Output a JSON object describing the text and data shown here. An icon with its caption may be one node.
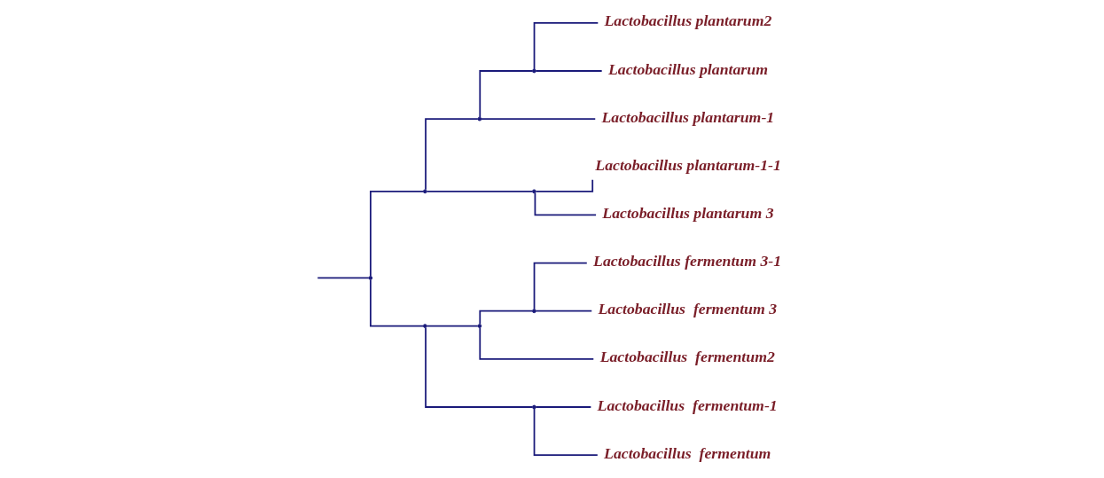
{
  "diagram": {
    "nodes": [
      {
        "text": [],
        "shape": "point"
      },
      {
        "text": [],
        "shape": "point"
      },
      {
        "text": [],
        "shape": "point"
      },
      {
        "text": [],
        "shape": "point"
      },
      {
        "text": [],
        "shape": "point"
      },
      {
        "text": [],
        "shape": "point"
      },
      {
        "text": [],
        "shape": "point"
      },
      {
        "text": [],
        "shape": "point"
      },
      {
        "text": [],
        "shape": "point"
      },
      {
        "text": [
          "Lactobacillus plantarum2"
        ]
      },
      {
        "text": [
          "Lactobacillus plantarum"
        ]
      },
      {
        "text": [
          "Lactobacillus plantarum-1"
        ]
      },
      {
        "text": [
          "Lactobacillus plantarum-1-1"
        ]
      },
      {
        "text": [
          "Lactobacillus plantarum 3"
        ]
      },
      {
        "text": [
          "Lactobacillus fermentum 3-1"
        ]
      },
      {
        "text": [
          "Lactobacillus  fermentum 3"
        ]
      },
      {
        "text": [
          "Lactobacillus  fermentum2"
        ]
      },
      {
        "text": [
          "Lactobacillus  fermentum-1"
        ]
      },
      {
        "text": [
          "Lactobacillus  fermentum"
        ]
      }
    ],
    "edges": [
      {
        "from": null,
        "to": 0,
        "arrow": "none"
      },
      {
        "from": 0,
        "to": 1,
        "arrow": "none"
      },
      {
        "from": 0,
        "to": 2,
        "arrow": "none"
      },
      {
        "from": 1,
        "to": 3,
        "arrow": "none"
      },
      {
        "from": 1,
        "to": 4,
        "arrow": "none"
      },
      {
        "from": 3,
        "to": 7,
        "arrow": "none"
      },
      {
        "from": 3,
        "to": 11,
        "arrow": "none"
      },
      {
        "from": 7,
        "to": 9,
        "arrow": "none"
      },
      {
        "from": 7,
        "to": 10,
        "arrow": "none"
      },
      {
        "from": 4,
        "to": 12,
        "arrow": "none"
      },
      {
        "from": 4,
        "to": 13,
        "arrow": "none"
      },
      {
        "from": 2,
        "to": 5,
        "arrow": "none"
      },
      {
        "from": 2,
        "to": 6,
        "arrow": "none"
      },
      {
        "from": 5,
        "to": 8,
        "arrow": "none"
      },
      {
        "from": 5,
        "to": 16,
        "arrow": "none"
      },
      {
        "from": 8,
        "to": 14,
        "arrow": "none"
      },
      {
        "from": 8,
        "to": 15,
        "arrow": "none"
      },
      {
        "from": 6,
        "to": 17,
        "arrow": "none"
      },
      {
        "from": 6,
        "to": 18,
        "arrow": "none"
      }
    ]
  }
}
